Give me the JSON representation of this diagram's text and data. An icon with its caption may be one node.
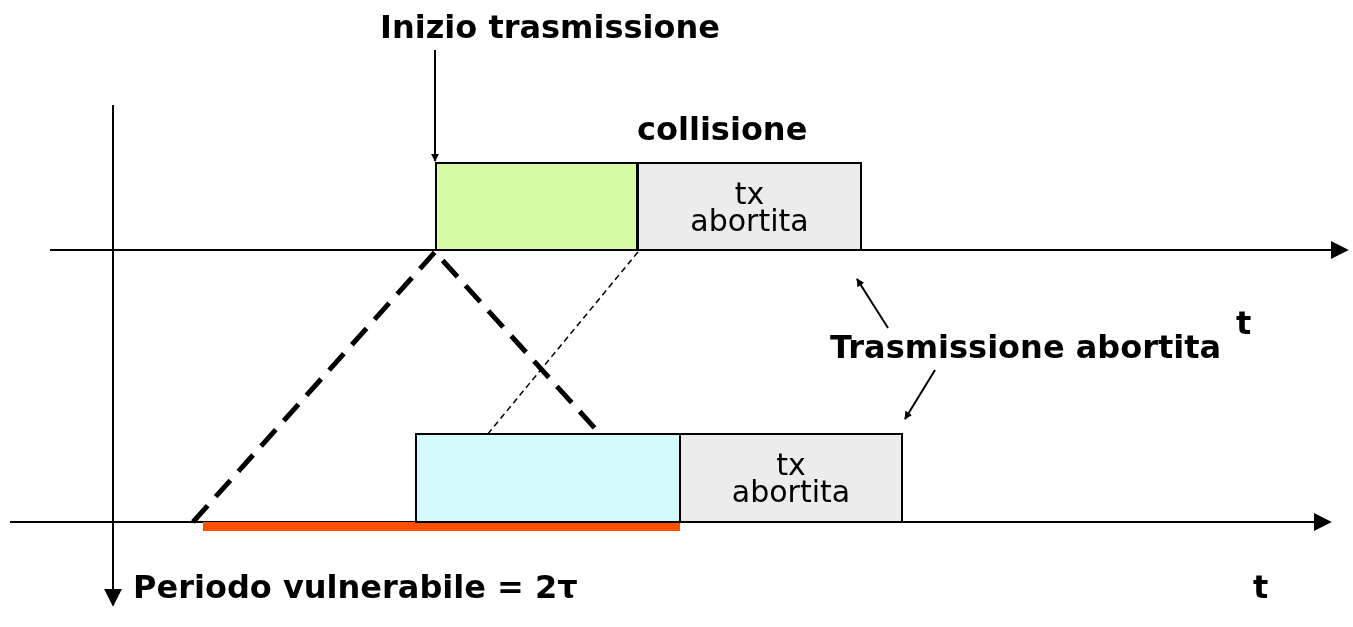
{
  "diagram": {
    "nodes": [
      {
        "text": [
          "Inizio trasmissione"
        ]
      },
      {
        "text": [],
        "shape": "box"
      },
      {
        "text": [
          "tx abortita"
        ]
      },
      {
        "text": [
          "Trasmissione abortita"
        ]
      },
      {
        "text": [],
        "shape": "box"
      },
      {
        "text": [
          "tx abortita"
        ]
      }
    ],
    "edges": [
      {
        "from": 0,
        "to": 1,
        "arrow": "to"
      },
      {
        "from": 3,
        "to": 2,
        "arrow": "to"
      },
      {
        "from": 3,
        "to": 5,
        "arrow": "to"
      },
      {
        "from": 1,
        "to": 4,
        "arrow": "none",
        "style": "dashed"
      }
    ],
    "labels": [
      "collisione",
      "t",
      "Periodo vulnerabile = 2τ",
      "t"
    ]
  }
}
